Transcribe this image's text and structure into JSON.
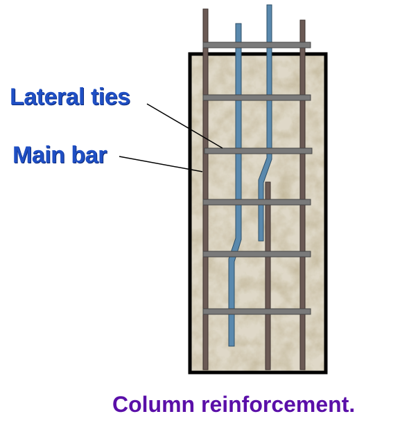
{
  "labels": {
    "lateral_ties": "Lateral ties",
    "main_bar": "Main bar"
  },
  "caption": "Column reinforcement.",
  "colors": {
    "label_text": "#1f4fc4",
    "caption_text": "#5a0fa8",
    "concrete": "#c9bfa6",
    "column_border": "#000000",
    "main_bar_brown": "#6b5a55",
    "main_bar_blue": "#5a89ad",
    "lateral_tie": "#7a7a7a"
  }
}
